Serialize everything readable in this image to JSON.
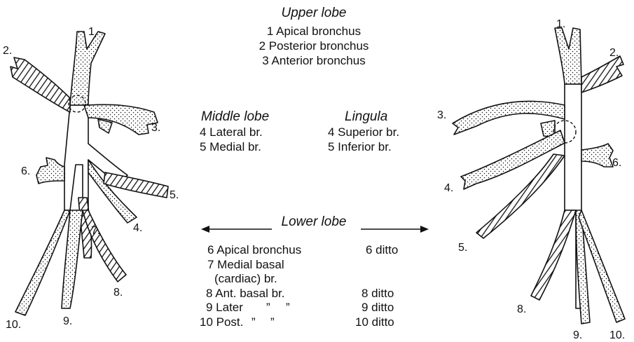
{
  "upper_lobe": {
    "title": "Upper lobe",
    "items": [
      "1 Apical bronchus",
      "2 Posterior bronchus",
      "3 Anterior bronchus"
    ]
  },
  "middle_lobe": {
    "title": "Middle lobe",
    "items": [
      "4 Lateral br.",
      "5 Medial br."
    ]
  },
  "lingula": {
    "title": "Lingula",
    "items": [
      "4 Superior br.",
      "5 Inferior br."
    ]
  },
  "lower_lobe": {
    "title": "Lower lobe",
    "right_items": [
      "6 Apical bronchus",
      "7 Medial basal",
      "(cardiac) br.",
      "8 Ant. basal br.",
      "9 Later",
      "10 Post."
    ],
    "ditto_mark": "”",
    "left_items": [
      "6 ditto",
      "8 ditto",
      "9 ditto",
      "10 ditto"
    ]
  },
  "right_tree_labels": [
    "1.",
    "2.",
    "3.",
    "4.",
    "5.",
    "6.",
    "7.",
    "8.",
    "9.",
    "10."
  ],
  "left_tree_labels": [
    "1.",
    "2.",
    "3.",
    "4.",
    "5.",
    "6.",
    "8.",
    "9.",
    "10."
  ],
  "colors": {
    "ink": "#111111",
    "background": "#ffffff"
  }
}
